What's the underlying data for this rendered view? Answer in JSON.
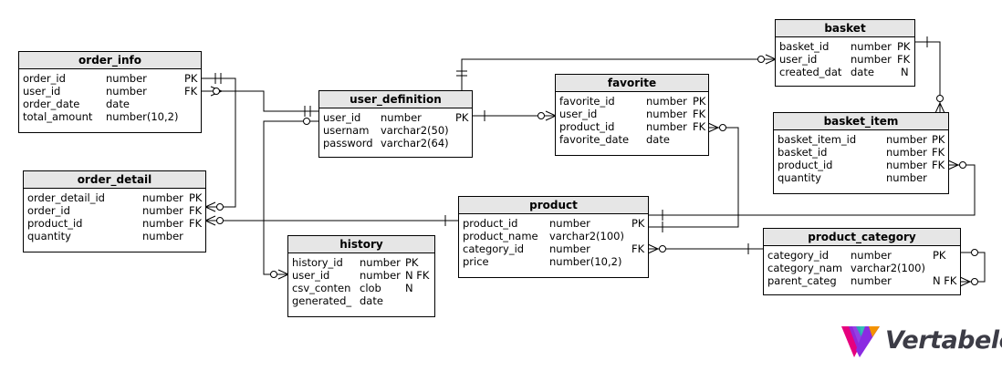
{
  "tables": {
    "order_info": {
      "name": "order_info",
      "columns": [
        {
          "name": "order_id",
          "type": "number",
          "key": "PK"
        },
        {
          "name": "user_id",
          "type": "number",
          "key": "FK"
        },
        {
          "name": "order_date",
          "type": "date",
          "key": ""
        },
        {
          "name": "total_amount",
          "type": "number(10,2)",
          "key": ""
        }
      ]
    },
    "user_definition": {
      "name": "user_definition",
      "columns": [
        {
          "name": "user_id",
          "type": "number",
          "key": "PK"
        },
        {
          "name": "usernam",
          "type": "varchar2(50)",
          "key": ""
        },
        {
          "name": "password",
          "type": "varchar2(64)",
          "key": ""
        }
      ]
    },
    "favorite": {
      "name": "favorite",
      "columns": [
        {
          "name": "favorite_id",
          "type": "number",
          "key": "PK"
        },
        {
          "name": "user_id",
          "type": "number",
          "key": "FK"
        },
        {
          "name": "product_id",
          "type": "number",
          "key": "FK"
        },
        {
          "name": "favorite_date",
          "type": "date",
          "key": ""
        }
      ]
    },
    "basket": {
      "name": "basket",
      "columns": [
        {
          "name": "basket_id",
          "type": "number",
          "key": "PK"
        },
        {
          "name": "user_id",
          "type": "number",
          "key": "FK"
        },
        {
          "name": "created_dat",
          "type": "date",
          "key": "N"
        }
      ]
    },
    "basket_item": {
      "name": "basket_item",
      "columns": [
        {
          "name": "basket_item_id",
          "type": "number",
          "key": "PK"
        },
        {
          "name": "basket_id",
          "type": "number",
          "key": "FK"
        },
        {
          "name": "product_id",
          "type": "number",
          "key": "FK"
        },
        {
          "name": "quantity",
          "type": "number",
          "key": ""
        }
      ]
    },
    "order_detail": {
      "name": "order_detail",
      "columns": [
        {
          "name": "order_detail_id",
          "type": "number",
          "key": "PK"
        },
        {
          "name": "order_id",
          "type": "number",
          "key": "FK"
        },
        {
          "name": "product_id",
          "type": "number",
          "key": "FK"
        },
        {
          "name": "quantity",
          "type": "number",
          "key": ""
        }
      ]
    },
    "product": {
      "name": "product",
      "columns": [
        {
          "name": "product_id",
          "type": "number",
          "key": "PK"
        },
        {
          "name": "product_name",
          "type": "varchar2(100)",
          "key": ""
        },
        {
          "name": "category_id",
          "type": "number",
          "key": "FK"
        },
        {
          "name": "price",
          "type": "number(10,2)",
          "key": ""
        }
      ]
    },
    "history": {
      "name": "history",
      "columns": [
        {
          "name": "history_id",
          "type": "number",
          "key": "PK"
        },
        {
          "name": "user_id",
          "type": "number",
          "key": "N FK"
        },
        {
          "name": "csv_conten",
          "type": "clob",
          "key": "N"
        },
        {
          "name": "generated_",
          "type": "date",
          "key": ""
        }
      ]
    },
    "product_category": {
      "name": "product_category",
      "columns": [
        {
          "name": "category_id",
          "type": "number",
          "key": "PK"
        },
        {
          "name": "category_nam",
          "type": "varchar2(100)",
          "key": ""
        },
        {
          "name": "parent_categ",
          "type": "number",
          "key": "N FK"
        }
      ]
    }
  },
  "logo": {
    "text": "Vertabelo",
    "colors": [
      "#e6007e",
      "#8a2be2",
      "#1fb5ad",
      "#f39200"
    ]
  }
}
